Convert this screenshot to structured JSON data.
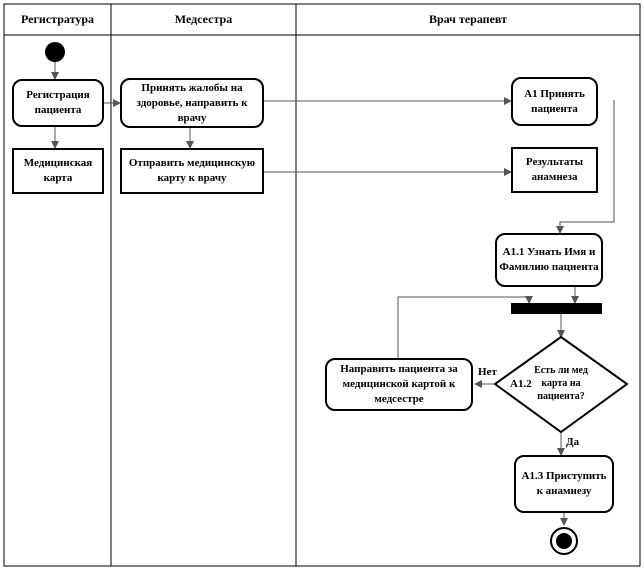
{
  "lanes": [
    {
      "title": "Регистратура"
    },
    {
      "title": "Медсестра"
    },
    {
      "title": "Врач терапевт"
    }
  ],
  "nodes": {
    "registration": "Регистрация\nпациента",
    "med_card": "Медицинская\nкарта",
    "accept_complaints": "Принять жалобы на\nздоровье, направить к\nврачу",
    "send_card": "Отправить медицинскую\nкарту к врачу",
    "a1_accept": "А1 Принять\nпациента",
    "anamnesis_results": "Результаты\nанамнеза",
    "a11_find_name": "А1.1  Узнать Имя и\nФамилию пациента",
    "send_to_nurse": "Направить пациента за\nмедицинской картой к\nмедсестре",
    "a13_start": "А1.3 Приступить\nк анамнезу"
  },
  "decision": {
    "text": "Есть ли мед\nкарта на\nпациента?",
    "id_label": "А1.2",
    "no_label": "Нет",
    "yes_label": "Да"
  }
}
